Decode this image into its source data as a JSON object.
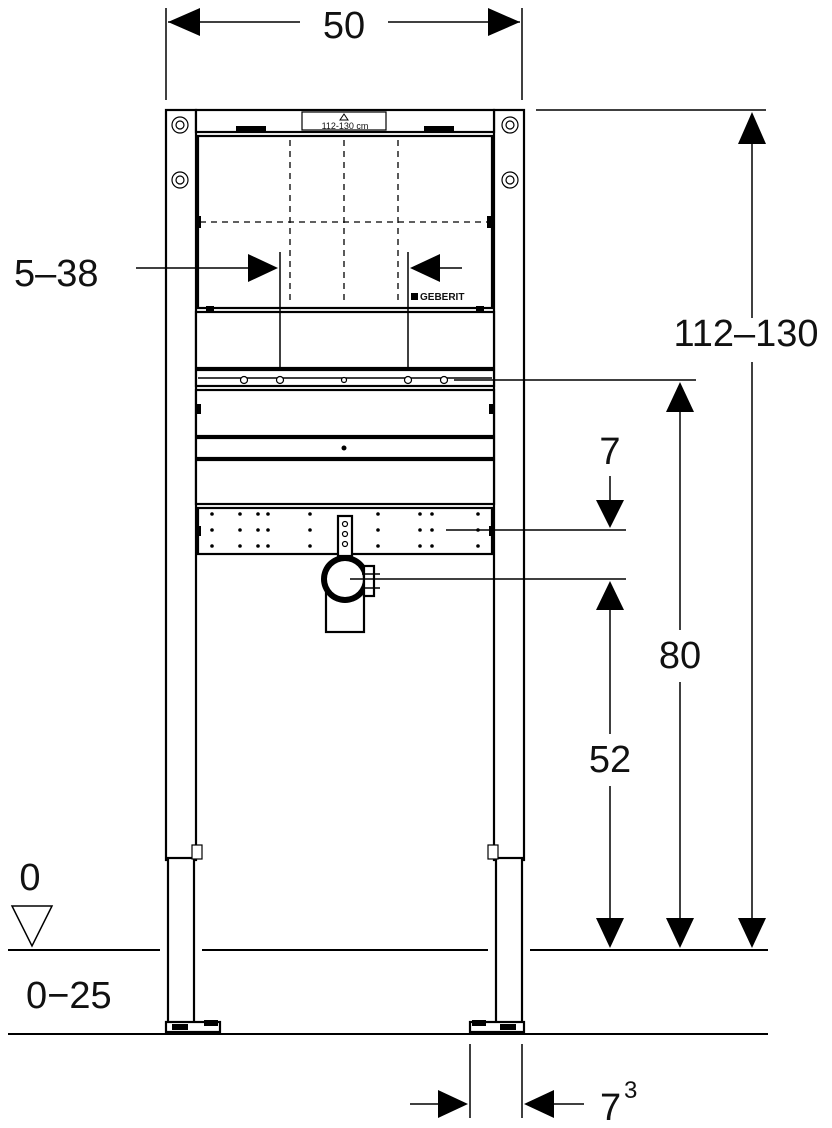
{
  "diagram": {
    "dimensions": {
      "width": "50",
      "height_range": "112–130",
      "waste_spacing": "5–38",
      "offset_7": "7",
      "height_80": "80",
      "height_52": "52",
      "floor_zero": "0",
      "floor_build_up": "0−25",
      "foot_depth_main": "7",
      "foot_depth_sup": "3"
    },
    "frame_label": "112-130 cm",
    "brand": "GEBERIT"
  }
}
